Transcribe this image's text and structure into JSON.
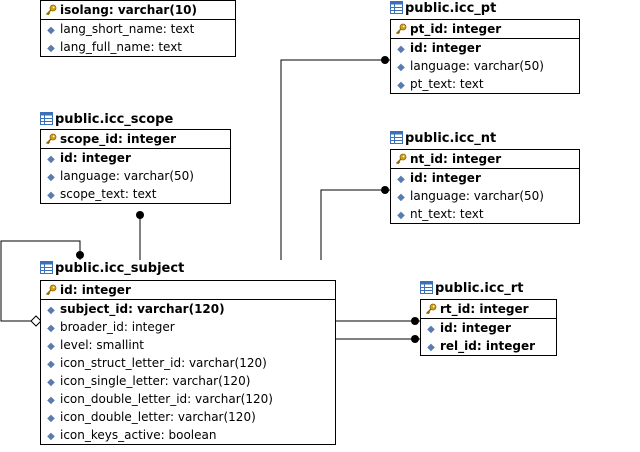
{
  "tables": [
    {
      "id": "lang",
      "title": "public.icc_language",
      "pk": [
        {
          "name": "isolang",
          "type": "varchar(10)"
        }
      ],
      "fields": [
        {
          "name": "lang_short_name",
          "type": "text",
          "bold": false
        },
        {
          "name": "lang_full_name",
          "type": "text",
          "bold": false
        }
      ]
    },
    {
      "id": "scope",
      "title": "public.icc_scope",
      "pk": [
        {
          "name": "scope_id",
          "type": "integer"
        }
      ],
      "fields": [
        {
          "name": "id",
          "type": "integer",
          "bold": true
        },
        {
          "name": "language",
          "type": "varchar(50)",
          "bold": false
        },
        {
          "name": "scope_text",
          "type": "text",
          "bold": false
        }
      ]
    },
    {
      "id": "subject",
      "title": "public.icc_subject",
      "pk": [
        {
          "name": "id",
          "type": "integer"
        }
      ],
      "fields": [
        {
          "name": "subject_id",
          "type": "varchar(120)",
          "bold": true
        },
        {
          "name": "broader_id",
          "type": "integer",
          "bold": false
        },
        {
          "name": "level",
          "type": "smallint",
          "bold": false
        },
        {
          "name": "icon_struct_letter_id",
          "type": "varchar(120)",
          "bold": false
        },
        {
          "name": "icon_single_letter",
          "type": "varchar(120)",
          "bold": false
        },
        {
          "name": "icon_double_letter_id",
          "type": "varchar(120)",
          "bold": false
        },
        {
          "name": "icon_double_letter",
          "type": "varchar(120)",
          "bold": false
        },
        {
          "name": "icon_keys_active",
          "type": "boolean",
          "bold": false
        }
      ]
    },
    {
      "id": "pt",
      "title": "public.icc_pt",
      "pk": [
        {
          "name": "pt_id",
          "type": "integer"
        }
      ],
      "fields": [
        {
          "name": "id",
          "type": "integer",
          "bold": true
        },
        {
          "name": "language",
          "type": "varchar(50)",
          "bold": false
        },
        {
          "name": "pt_text",
          "type": "text",
          "bold": false
        }
      ]
    },
    {
      "id": "nt",
      "title": "public.icc_nt",
      "pk": [
        {
          "name": "nt_id",
          "type": "integer"
        }
      ],
      "fields": [
        {
          "name": "id",
          "type": "integer",
          "bold": true
        },
        {
          "name": "language",
          "type": "varchar(50)",
          "bold": false
        },
        {
          "name": "nt_text",
          "type": "text",
          "bold": false
        }
      ]
    },
    {
      "id": "rt",
      "title": "public.icc_rt",
      "pk": [
        {
          "name": "rt_id",
          "type": "integer"
        }
      ],
      "fields": [
        {
          "name": "id",
          "type": "integer",
          "bold": true
        },
        {
          "name": "rel_id",
          "type": "integer",
          "bold": true
        }
      ]
    }
  ],
  "colors": {
    "key_icon": "#d4a017",
    "diamond": "#5a7bb0",
    "table_icon": "#3b6fb6"
  }
}
